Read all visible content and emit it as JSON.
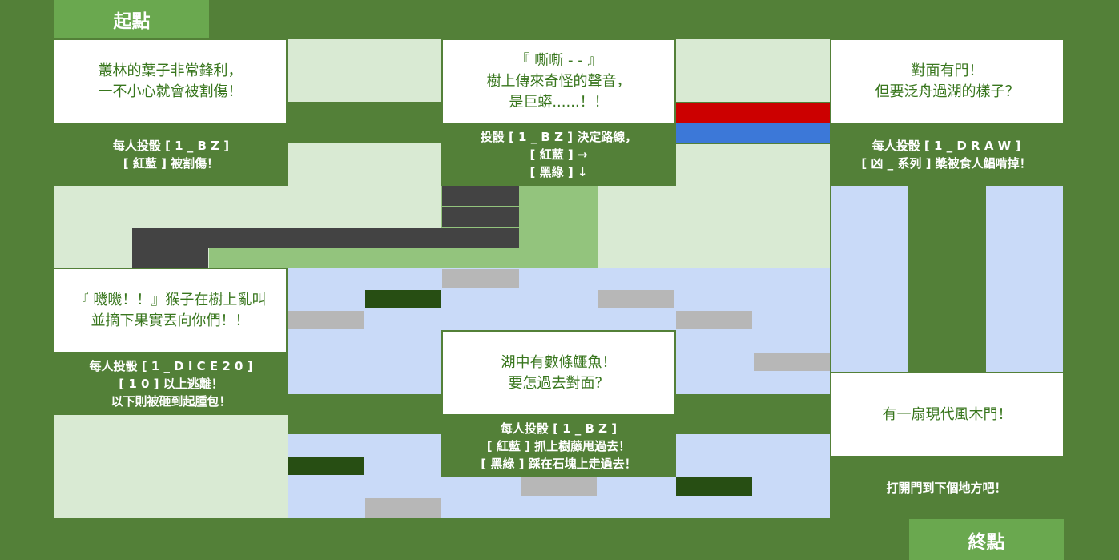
{
  "start_label": "起點",
  "end_label": "終點",
  "events": [
    {
      "story": [
        "叢林的葉子非常鋒利，",
        "一不小心就會被割傷！"
      ],
      "rule": [
        "每人投骰 [ 1 _ B Z ]",
        "[ 紅藍 ] 被割傷！"
      ]
    },
    {
      "story": [
        "『 嘶嘶 - - 』",
        "樹上傳來奇怪的聲音，",
        "是巨蟒......！！"
      ],
      "rule": [
        "投骰 [ 1 _ B Z ] 決定路線，",
        "[ 紅藍 ] →",
        "[ 黑綠 ] ↓"
      ]
    },
    {
      "story": [
        "對面有門！",
        "但要泛舟過湖的樣子？"
      ],
      "rule": [
        "每人投骰 [ 1 _ D R A W ]",
        "[ 凶 _ 系列 ] 槳被食人鯧啃掉！"
      ]
    },
    {
      "story": [
        "『 嘰嘰！！』猴子在樹上亂叫",
        "並摘下果實丟向你們！！"
      ],
      "rule": [
        "每人投骰 [ 1 _ D I C E 2 0 ]",
        "[ 1 0 ] 以上逃離！",
        "以下則被砸到起腫包！"
      ]
    },
    {
      "story": [
        "湖中有數條鱷魚！",
        "要怎過去對面？"
      ],
      "rule": [
        "每人投骰 [ 1 _ B Z ]",
        "[ 紅藍 ] 抓上樹藤甩過去！",
        "[ 黑綠 ] 踩在石塊上走過去！"
      ]
    },
    {
      "story": [
        "有一扇現代風木門！"
      ],
      "rule": [
        "打開門到下個地方吧！"
      ]
    }
  ]
}
